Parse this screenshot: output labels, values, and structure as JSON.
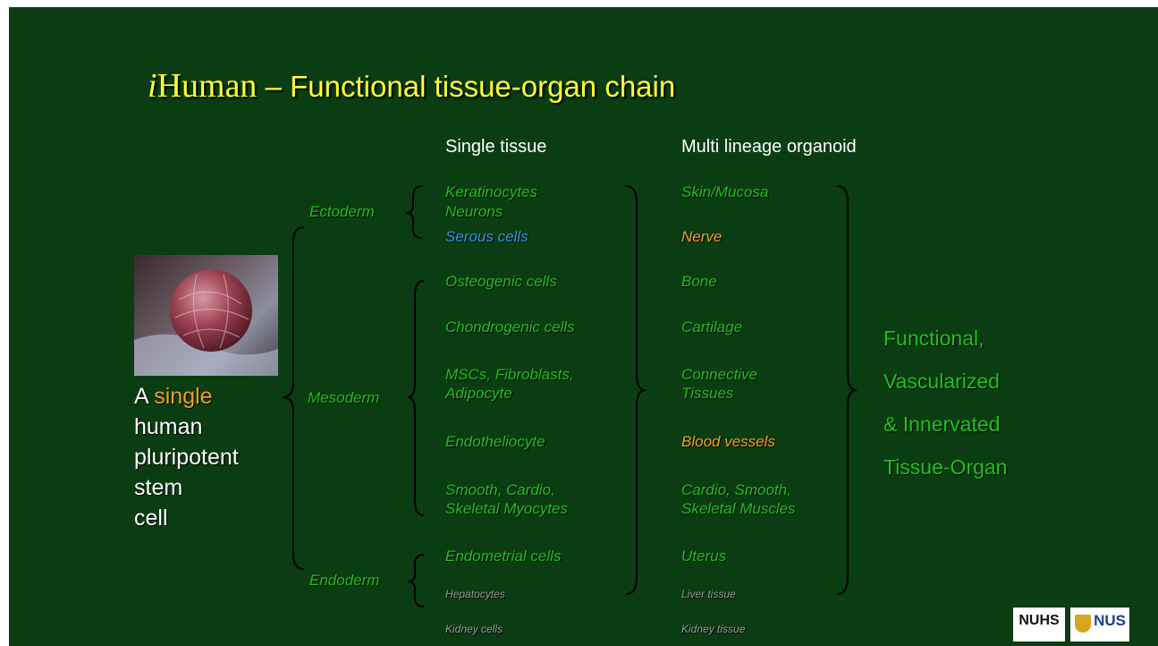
{
  "title": {
    "prefix_italic": "i",
    "prefix_rest": "Human",
    "dash": " – ",
    "text": "Functional tissue-organ chain"
  },
  "headers": {
    "single_tissue": "Single tissue",
    "multi_lineage": "Multi lineage organoid"
  },
  "stem_cell": {
    "line1_a": "A ",
    "line1_b": "single",
    "line2": "human",
    "line3": "pluripotent",
    "line4": "stem",
    "line5": "cell"
  },
  "germ_layers": {
    "ectoderm": "Ectoderm",
    "mesoderm": "Mesoderm",
    "endoderm": "Endoderm"
  },
  "single_tissue": {
    "keratinocytes": "Keratinocytes",
    "neurons": "Neurons",
    "serous": "Serous cells",
    "osteogenic": "Osteogenic cells",
    "chondrogenic": "Chondrogenic cells",
    "mscs_line1": "MSCs, Fibroblasts,",
    "mscs_line2": "Adipocyte",
    "endotheliocyte": "Endotheliocyte",
    "myocytes_line1": "Smooth, Cardio,",
    "myocytes_line2": "Skeletal Myocytes",
    "endometrial": "Endometrial cells",
    "hepatocytes": "Hepatocytes",
    "kidney_cells": "Kidney cells"
  },
  "organoid": {
    "skin": "Skin/Mucosa",
    "nerve": "Nerve",
    "bone": "Bone",
    "cartilage": "Cartilage",
    "connective_line1": "Connective",
    "connective_line2": "Tissues",
    "blood_vessels": "Blood vessels",
    "muscles_line1": "Cardio, Smooth,",
    "muscles_line2": "Skeletal Muscles",
    "uterus": "Uterus",
    "liver": "Liver tissue",
    "kidney": "Kidney tissue"
  },
  "result": {
    "line1": "Functional,",
    "line2": "Vascularized",
    "line3": "& Innervated",
    "line4": "Tissue-Organ"
  },
  "logos": {
    "nuhs": "NUHS",
    "nus": "NUS"
  },
  "colors": {
    "background": "#0a3d12",
    "title": "#ffff33",
    "green": "#1fc21f",
    "orange": "#f0a020",
    "blue": "#2a9ae0"
  }
}
